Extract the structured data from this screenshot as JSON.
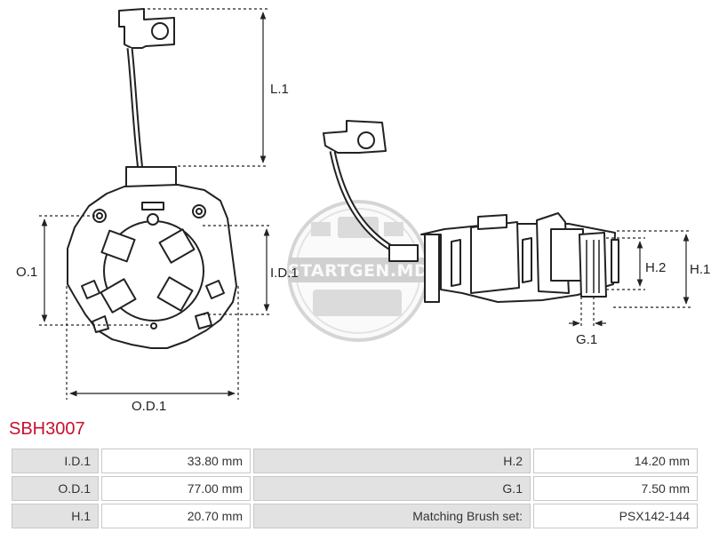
{
  "diagram": {
    "labels": {
      "l1": "L.1",
      "o1": "O.1",
      "id1": "I.D.1",
      "od1": "O.D.1",
      "h2": "H.2",
      "h1": "H.1",
      "g1": "G.1"
    },
    "watermark": "STARTGEN.MD"
  },
  "product": {
    "code": "SBH3007"
  },
  "specs": {
    "rows": [
      [
        {
          "label": "I.D.1",
          "value": "33.80 mm"
        },
        {
          "label": "H.2",
          "value": "14.20 mm"
        }
      ],
      [
        {
          "label": "O.D.1",
          "value": "77.00 mm"
        },
        {
          "label": "G.1",
          "value": "7.50 mm"
        }
      ],
      [
        {
          "label": "H.1",
          "value": "20.70 mm"
        },
        {
          "label": "Matching Brush set:",
          "value": "PSX142-144"
        }
      ]
    ]
  },
  "colors": {
    "accent": "#c8102e",
    "label_bg": "#e2e2e2",
    "border": "#c8c8c8"
  }
}
